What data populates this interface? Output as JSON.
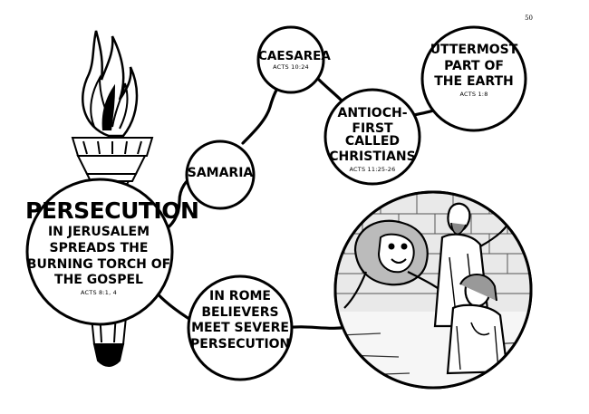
{
  "page_number": "50",
  "nodes": {
    "persecution": {
      "title": "PERSECUTION",
      "lines": [
        "IN JERUSALEM",
        "SPREADS THE",
        "BURNING TORCH OF",
        "THE GOSPEL"
      ],
      "ref": "ACTS 8:1, 4"
    },
    "samaria": {
      "title": "SAMARIA"
    },
    "caesarea": {
      "title": "CAESAREA",
      "ref": "ACTS 10:24"
    },
    "antioch": {
      "lines": [
        "ANTIOCH-",
        "FIRST CALLED",
        "CHRISTIANS"
      ],
      "ref": "ACTS 11:25-26"
    },
    "uttermost": {
      "lines": [
        "UTTERMOST",
        "PART OF",
        "THE EARTH"
      ],
      "ref": "ACTS 1:8"
    },
    "rome": {
      "lines": [
        "IN ROME",
        "BELIEVERS",
        "MEET SEVERE",
        "PERSECUTION"
      ]
    }
  }
}
